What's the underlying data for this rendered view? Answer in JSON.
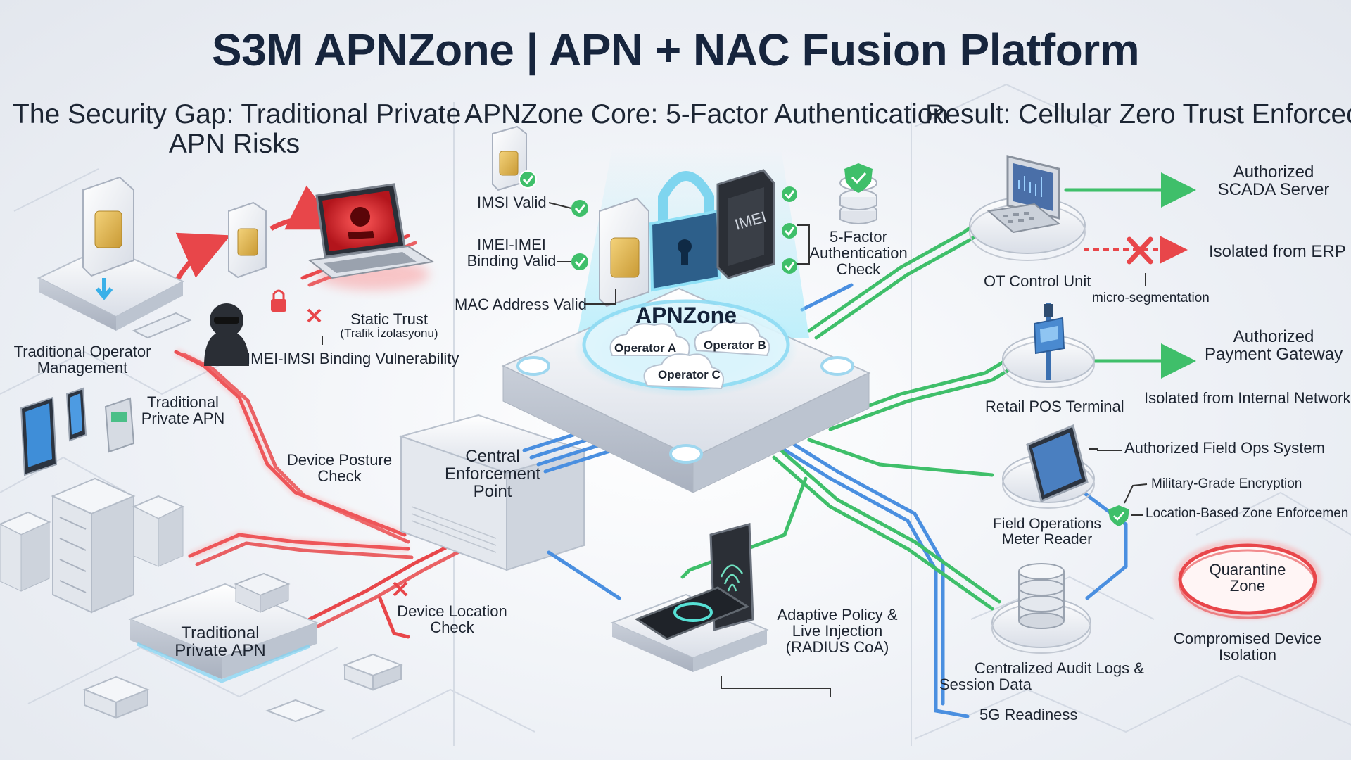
{
  "title": "S3M APNZone | APN + NAC Fusion Platform",
  "columns": {
    "left": {
      "heading_line1": "The Security Gap: Traditional Private",
      "heading_line2": "APN Risks"
    },
    "middle": {
      "heading": "APNZone Core: 5-Factor Authentication"
    },
    "right": {
      "heading": "Result: Cellular Zero Trust Enforced"
    }
  },
  "left": {
    "traditional_operator_management": [
      "Traditional Operator",
      "Management"
    ],
    "static_trust": "Static Trust",
    "static_trust_sub": "(Trafik İzolasyonu)",
    "binding_vulnerability": "IMEI-IMSI Binding Vulnerability",
    "traditional_private_apn_small": [
      "Traditional",
      "Private APN"
    ],
    "device_posture_check": [
      "Device Posture",
      "Check"
    ],
    "traditional_private_apn_platform": [
      "Traditional",
      "Private APN"
    ],
    "device_location_check": [
      "Device Location",
      "Check"
    ]
  },
  "center": {
    "imsi_valid": "IMSI Valid",
    "imei_binding": [
      "IMEI-IMEI",
      "Binding Valid"
    ],
    "mac_valid": "MAC Address Valid",
    "five_factor": [
      "5-Factor",
      "Authentication",
      "Check"
    ],
    "imei_chip": "IMEI",
    "apnzone": "APNZone",
    "operator_a": "Operator A",
    "operator_b": "Operator B",
    "operator_c": "Operator C",
    "central_enforcement": [
      "Central",
      "Enforcement",
      "Point"
    ],
    "adaptive_policy": [
      "Adaptive Policy &",
      "Live Injection",
      "(RADIUS CoA)"
    ]
  },
  "right": {
    "authorized_scada": [
      "Authorized",
      "SCADA Server"
    ],
    "isolated_erp": "Isolated from ERP",
    "ot_control_unit": "OT Control Unit",
    "micro_segmentation": "micro-segmentation",
    "authorized_payment": [
      "Authorized",
      "Payment Gateway"
    ],
    "isolated_internal": "Isolated from Internal Network",
    "retail_pos": "Retail POS Terminal",
    "authorized_field_ops": "Authorized Field Ops System",
    "military_encryption": "Military-Grade Encryption",
    "location_zone": "Location-Based Zone Enforcemen",
    "field_operations": [
      "Field Operations",
      "Meter Reader"
    ],
    "quarantine_zone": [
      "Quarantine",
      "Zone"
    ],
    "compromised_isolation": [
      "Compromised Device",
      "Isolation"
    ],
    "audit_logs": [
      "Centralized Audit Logs &",
      "Session Data"
    ],
    "five_g": "5G Readiness"
  },
  "colors": {
    "danger": "#e8464a",
    "secure": "#3fbf6a",
    "link": "#4a8fe0",
    "glow": "#5fd3f0",
    "title": "#17253d"
  },
  "icons": [
    "sim-card-icon",
    "laptop-icon",
    "hacker-icon",
    "padlock-icon",
    "imei-chip-icon",
    "server-rack-icon",
    "tablet-icon",
    "smartphone-icon",
    "fingerprint-icon",
    "database-icon",
    "shield-check-icon",
    "check-icon",
    "cross-icon",
    "cloud-icon",
    "pos-terminal-icon",
    "ot-computer-icon",
    "quarantine-ring-icon"
  ]
}
